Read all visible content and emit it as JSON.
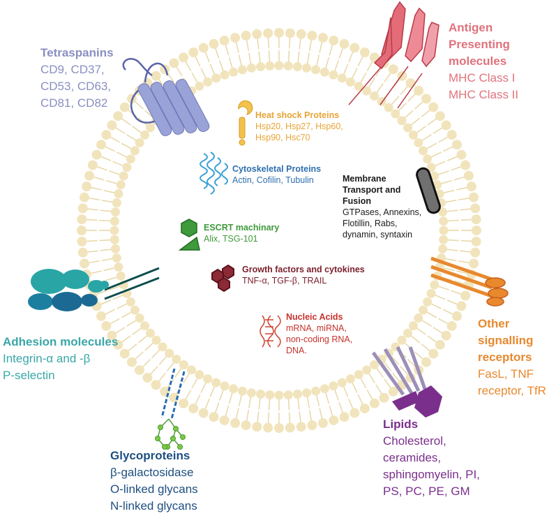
{
  "colors": {
    "tetraspanins": "#8a8fc2",
    "antigen": "#e0727c",
    "heat_shock": "#e8a436",
    "cytoskeletal": "#2f6fb0",
    "membrane": "#1a1a1a",
    "escrt": "#3e9a3a",
    "growth": "#7a1f2b",
    "nucleic": "#c4322c",
    "adhesion": "#3aa6a8",
    "other_signalling": "#e8892e",
    "lipids": "#7a2f8c",
    "glycoproteins": "#1d4f80",
    "bilayer": "#f1e4bc"
  },
  "tetraspanins": {
    "title": "Tetraspanins",
    "lines": [
      "CD9, CD37,",
      "CD53, CD63,",
      "CD81, CD82"
    ]
  },
  "antigen": {
    "title_lines": [
      "Antigen",
      "Presenting",
      "molecules"
    ],
    "lines": [
      "MHC Class I",
      "MHC Class II"
    ]
  },
  "heat_shock": {
    "title": "Heat shock  Proteins",
    "lines": [
      "Hsp20, Hsp27, Hsp60,",
      "Hsp90, Hsc70"
    ]
  },
  "cytoskeletal": {
    "title": "Cytoskeletal Proteins",
    "lines": [
      "Actin, Cofilin, Tubulin"
    ]
  },
  "membrane_transport": {
    "title_lines": [
      "Membrane",
      "Transport and",
      "Fusion"
    ],
    "lines": [
      "GTPases, Annexins,",
      "Flotillin, Rabs,",
      "dynamin, syntaxin"
    ]
  },
  "escrt": {
    "title": "ESCRT machinary",
    "lines": [
      "Alix, TSG-101"
    ]
  },
  "growth": {
    "title": "Growth factors and cytokines",
    "lines": [
      "TNF-α, TGF-β, TRAIL"
    ]
  },
  "nucleic": {
    "title": "Nucleic Acids",
    "lines": [
      "mRNA, miRNA,",
      "non-coding RNA,",
      "DNA."
    ]
  },
  "adhesion": {
    "title": "Adhesion molecules",
    "lines": [
      "Integrin-α and -β",
      "P-selectin"
    ]
  },
  "other_signalling": {
    "title_lines": [
      "Other",
      "signalling",
      "receptors"
    ],
    "lines": [
      "FasL, TNF",
      "receptor, TfR"
    ]
  },
  "lipids": {
    "title": "Lipids",
    "lines": [
      "Cholesterol,",
      "ceramides,",
      "sphingomyelin, PI,",
      "PS, PC, PE, GM"
    ]
  },
  "glycoproteins": {
    "title": "Glycoproteins",
    "lines": [
      "β-galactosidase",
      "O-linked glycans",
      "N-linked glycans"
    ]
  }
}
